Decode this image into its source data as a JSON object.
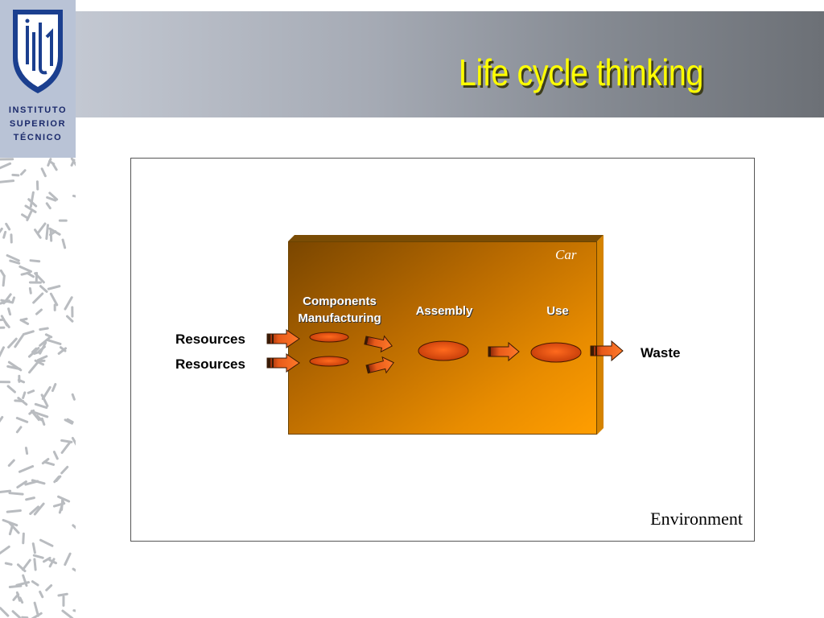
{
  "slide": {
    "title": "Life cycle thinking"
  },
  "institution": {
    "logo_letters": "IST",
    "name_lines": [
      "INSTITUTO",
      "SUPERIOR",
      "TÉCNICO"
    ]
  },
  "diagram": {
    "environment_label": "Environment",
    "car_label": "Car",
    "stages": {
      "components_line1": "Components",
      "components_line2": "Manufacturing",
      "assembly": "Assembly",
      "use": "Use"
    },
    "inputs": [
      "Resources",
      "Resources"
    ],
    "output": "Waste",
    "colors": {
      "title": "#ffff00",
      "arrow_fill": "#e0501a",
      "process_ellipse": "#e04a10",
      "car_box_light": "#ff9e00",
      "car_box_dark": "#7a4600"
    }
  }
}
